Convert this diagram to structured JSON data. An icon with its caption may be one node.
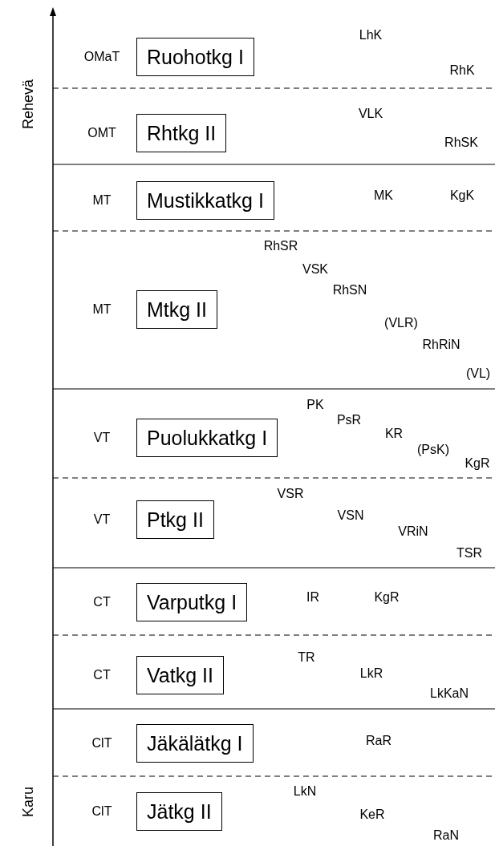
{
  "diagram": {
    "nodes": [
      {
        "text": [
          "Ruohotkg I"
        ],
        "beside": [
          "OMaT"
        ]
      },
      {
        "text": [
          "Rhtkg II"
        ],
        "beside": [
          "OMT"
        ]
      },
      {
        "text": [
          "Mustikkatkg I"
        ],
        "beside": [
          "MT"
        ]
      },
      {
        "text": [
          "Mtkg II"
        ],
        "beside": [
          "MT"
        ]
      },
      {
        "text": [
          "Puolukkatkg I"
        ],
        "beside": [
          "VT"
        ]
      },
      {
        "text": [
          "Ptkg II"
        ],
        "beside": [
          "VT"
        ]
      },
      {
        "text": [
          "Varputkg I"
        ],
        "beside": [
          "CT"
        ]
      },
      {
        "text": [
          "Vatkg II"
        ],
        "beside": [
          "CT"
        ]
      },
      {
        "text": [
          "Jäkälätkg I"
        ],
        "beside": [
          "ClT"
        ]
      },
      {
        "text": [
          "Jätkg II"
        ],
        "beside": [
          "ClT"
        ]
      }
    ],
    "edges": [],
    "labels": [
      "Rehevä",
      "LhK",
      "RhK",
      "VLK",
      "RhSK",
      "MK",
      "KgK",
      "RhSR",
      "VSK",
      "RhSN",
      "(VLR)",
      "RhRiN",
      "(VL)",
      "PK",
      "PsR",
      "KR",
      "(PsK)",
      "KgR",
      "VSR",
      "VSN",
      "VRiN",
      "TSR",
      "IR",
      "KgR",
      "TR",
      "LkR",
      "LkKaN",
      "RaR",
      "LkN",
      "KeR",
      "RaN",
      "Karu"
    ]
  }
}
